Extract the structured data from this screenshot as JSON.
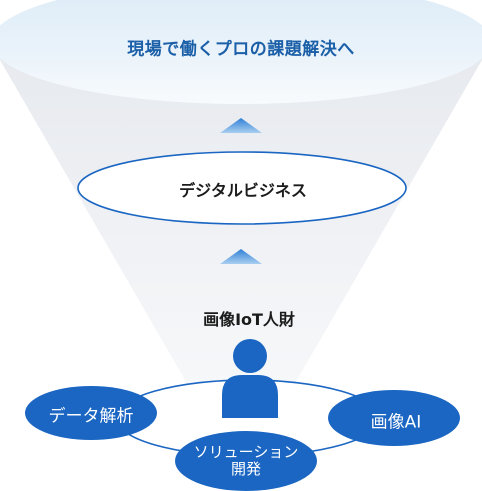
{
  "goal": {
    "label": "現場で働くプロの課題解決へ"
  },
  "middle": {
    "label": "デジタルビジネス"
  },
  "talent": {
    "label": "画像IoT人財"
  },
  "skills": {
    "data_analysis": "データ解析",
    "image_ai": "画像AI",
    "solution_dev_line1": "ソリューション",
    "solution_dev_line2": "開発"
  },
  "colors": {
    "primary_blue": "#1a66c2",
    "goal_text": "#1a5fa8",
    "funnel_light": "#eef1f5",
    "sky_top": "#d8e9f6"
  },
  "icons": {
    "person": "person-icon",
    "arrow": "arrow-up-icon"
  }
}
